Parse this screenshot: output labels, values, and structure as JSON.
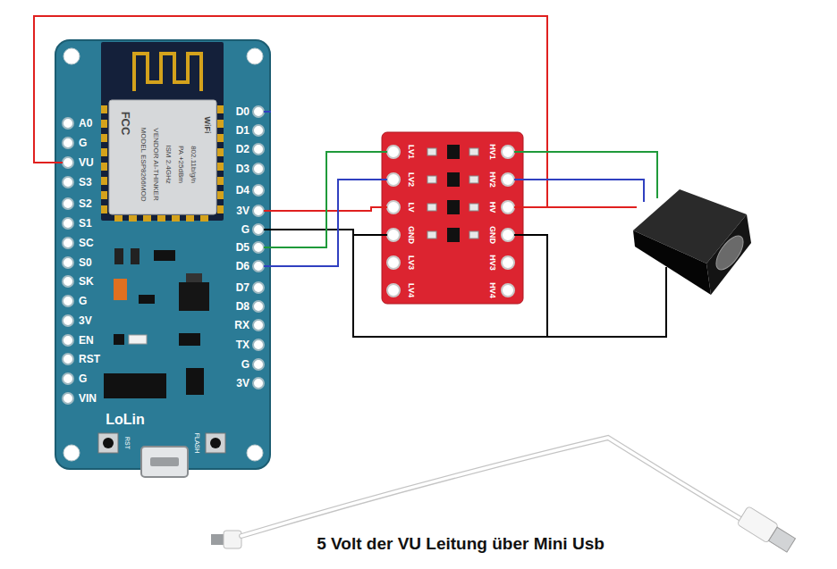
{
  "diagram": {
    "caption": "5 Volt der VU Leitung über Mini Usb",
    "labels": [
      "A0",
      "G",
      "VU",
      "S3",
      "S2",
      "S1",
      "SC",
      "S0",
      "SK",
      "G",
      "3V",
      "EN",
      "RST",
      "G",
      "VIN",
      "D0",
      "D1",
      "D2",
      "D3",
      "D4",
      "3V",
      "G",
      "D5",
      "D6",
      "D7",
      "D8",
      "RX",
      "TX",
      "G",
      "3V",
      "FCC",
      "MODEL ESP8266MOD",
      "VENDOR AI-THINKER",
      "ISM 2.4GHz",
      "PA +25dBm",
      "802.11b/g/n",
      "WiFi",
      "LoLin",
      "RST",
      "FLASH",
      "LV1",
      "LV2",
      "LV",
      "GND",
      "LV3",
      "LV4",
      "HV1",
      "HV2",
      "HV",
      "GND",
      "HV3",
      "HV4"
    ]
  }
}
